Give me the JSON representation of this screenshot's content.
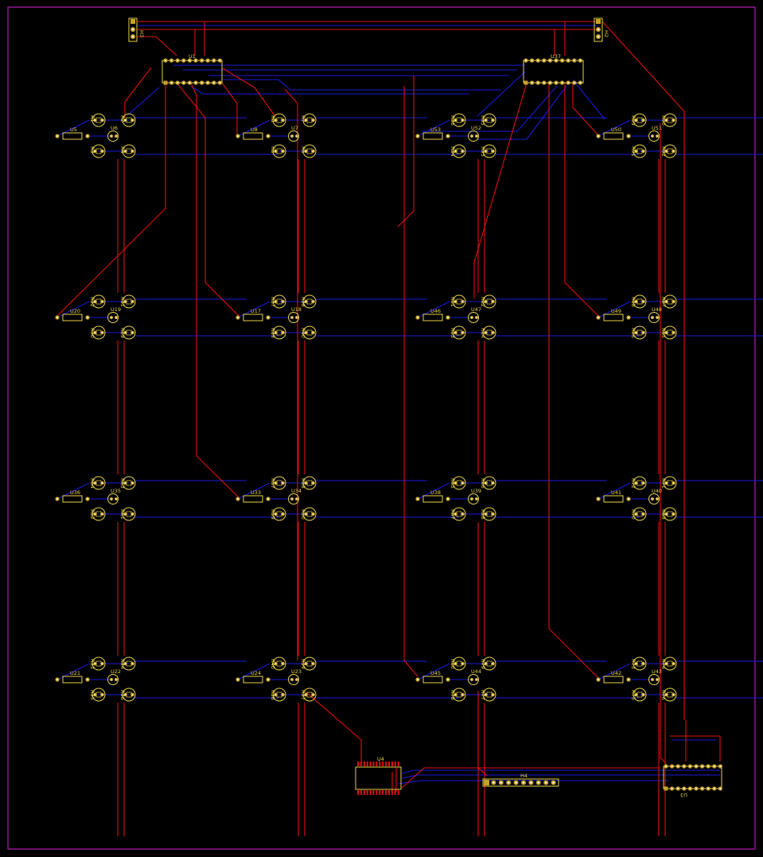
{
  "colors": {
    "background": "#000000",
    "outline": "#b21db2",
    "front_copper": "#e01010",
    "back_copper": "#1a1ad8",
    "silkscreen": "#e7d24a",
    "pad": "#c9a227",
    "pad_hole": "#ffffff"
  },
  "headers": {
    "h3": "H3",
    "h2": "H2",
    "h4": "H4"
  },
  "chips": {
    "u1": "U1",
    "u37": "U37",
    "u4": "U4",
    "u3": "U3"
  },
  "cells": [
    {
      "res": "U5",
      "led": "U6",
      "r": [
        "R1",
        "R2",
        "R3",
        "R4"
      ]
    },
    {
      "res": "U8",
      "led": "U7",
      "r": [
        "R8",
        "R7",
        "R6",
        "R5"
      ]
    },
    {
      "res": "U53",
      "led": "U52",
      "r": [
        "R36",
        "R35",
        "R34",
        "R33"
      ]
    },
    {
      "res": "U50",
      "led": "U51",
      "r": [
        "R89",
        "R90",
        "R91",
        "R92"
      ]
    },
    {
      "res": "U20",
      "led": "U19",
      "r": [
        "R32",
        "R31",
        "R30",
        "R29"
      ]
    },
    {
      "res": "U17",
      "led": "U18",
      "r": [
        "R37",
        "R38",
        "R39",
        "R40"
      ]
    },
    {
      "res": "U46",
      "led": "U47",
      "r": [
        "R81",
        "R82",
        "R83",
        "R84"
      ]
    },
    {
      "res": "U49",
      "led": "U48",
      "r": [
        "R88",
        "R87",
        "R86",
        "R85"
      ]
    },
    {
      "res": "U36",
      "led": "U35",
      "r": [
        "R64",
        "R63",
        "R62",
        "R61"
      ]
    },
    {
      "res": "U33",
      "led": "U34",
      "r": [
        "R57",
        "R58",
        "R59",
        "R60"
      ]
    },
    {
      "res": "U38",
      "led": "U39",
      "r": [
        "R65",
        "R66",
        "R67",
        "R68"
      ]
    },
    {
      "res": "U41",
      "led": "U40",
      "r": [
        "R72",
        "R71",
        "R70",
        "R69"
      ]
    },
    {
      "res": "U21",
      "led": "U22",
      "r": [
        "R33",
        "R34",
        "R35",
        "R36"
      ]
    },
    {
      "res": "U24",
      "led": "U23",
      "r": [
        "R40",
        "R39",
        "R38",
        "R37"
      ]
    },
    {
      "res": "U45",
      "led": "U44",
      "r": [
        "R80",
        "R79",
        "R78",
        "R77"
      ]
    },
    {
      "res": "U42",
      "led": "U43",
      "r": [
        "R73",
        "R74",
        "R75",
        "R76"
      ]
    }
  ]
}
